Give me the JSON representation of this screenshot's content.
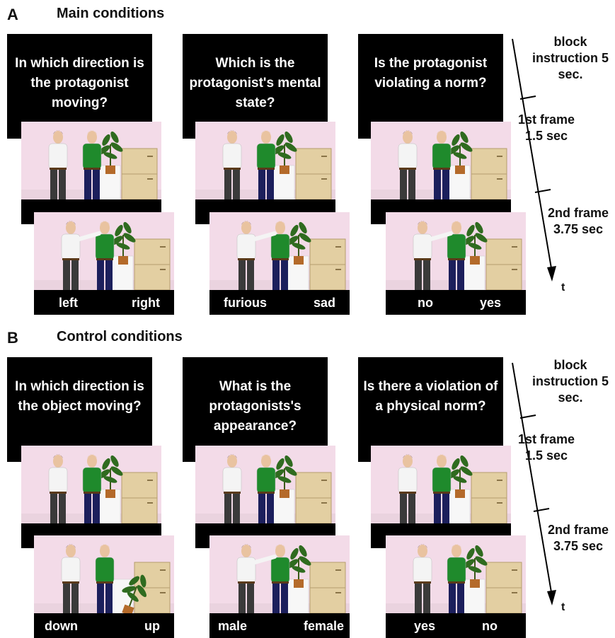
{
  "panels": [
    {
      "letter": "A",
      "title": "Main conditions",
      "columns": [
        {
          "question": "In which direction is the protagonist moving?",
          "answer_left": "left",
          "answer_right": "right",
          "variant": "push"
        },
        {
          "question": "Which is the protagonist's mental state?",
          "answer_left": "furious",
          "answer_right": "sad",
          "variant": "push"
        },
        {
          "question": "Is the protagonist violating a norm?",
          "answer_left": "no",
          "answer_right": "yes",
          "variant": "push"
        }
      ],
      "timeline": {
        "block": "block instruction 5 sec.",
        "frame1": "1st frame 1.5 sec",
        "frame2": "2nd frame 3.75 sec",
        "axis": "t"
      }
    },
    {
      "letter": "B",
      "title": "Control conditions",
      "columns": [
        {
          "question": "In which direction is the object moving?",
          "answer_left": "down",
          "answer_right": "up",
          "variant": "falling-plant"
        },
        {
          "question": "What is the protagonists's appearance?",
          "answer_left": "male",
          "answer_right": "female",
          "variant": "push"
        },
        {
          "question": "Is there a violation of a physical norm?",
          "answer_left": "yes",
          "answer_right": "no",
          "variant": "standing"
        }
      ],
      "timeline": {
        "block": "block instruction 5 sec.",
        "frame1": "1st frame 1.5 sec",
        "frame2": "2nd frame 3.75 sec",
        "axis": "t"
      }
    }
  ],
  "colors": {
    "wall": "#f3dbe8",
    "shirt_white": "#f4f4f4",
    "shirt_green": "#1f8a2c",
    "pants_dark": "#3a3a3a",
    "pants_navy": "#1c1f5c",
    "cabinet": "#e3cfa2",
    "plant": "#2f6b1f"
  }
}
